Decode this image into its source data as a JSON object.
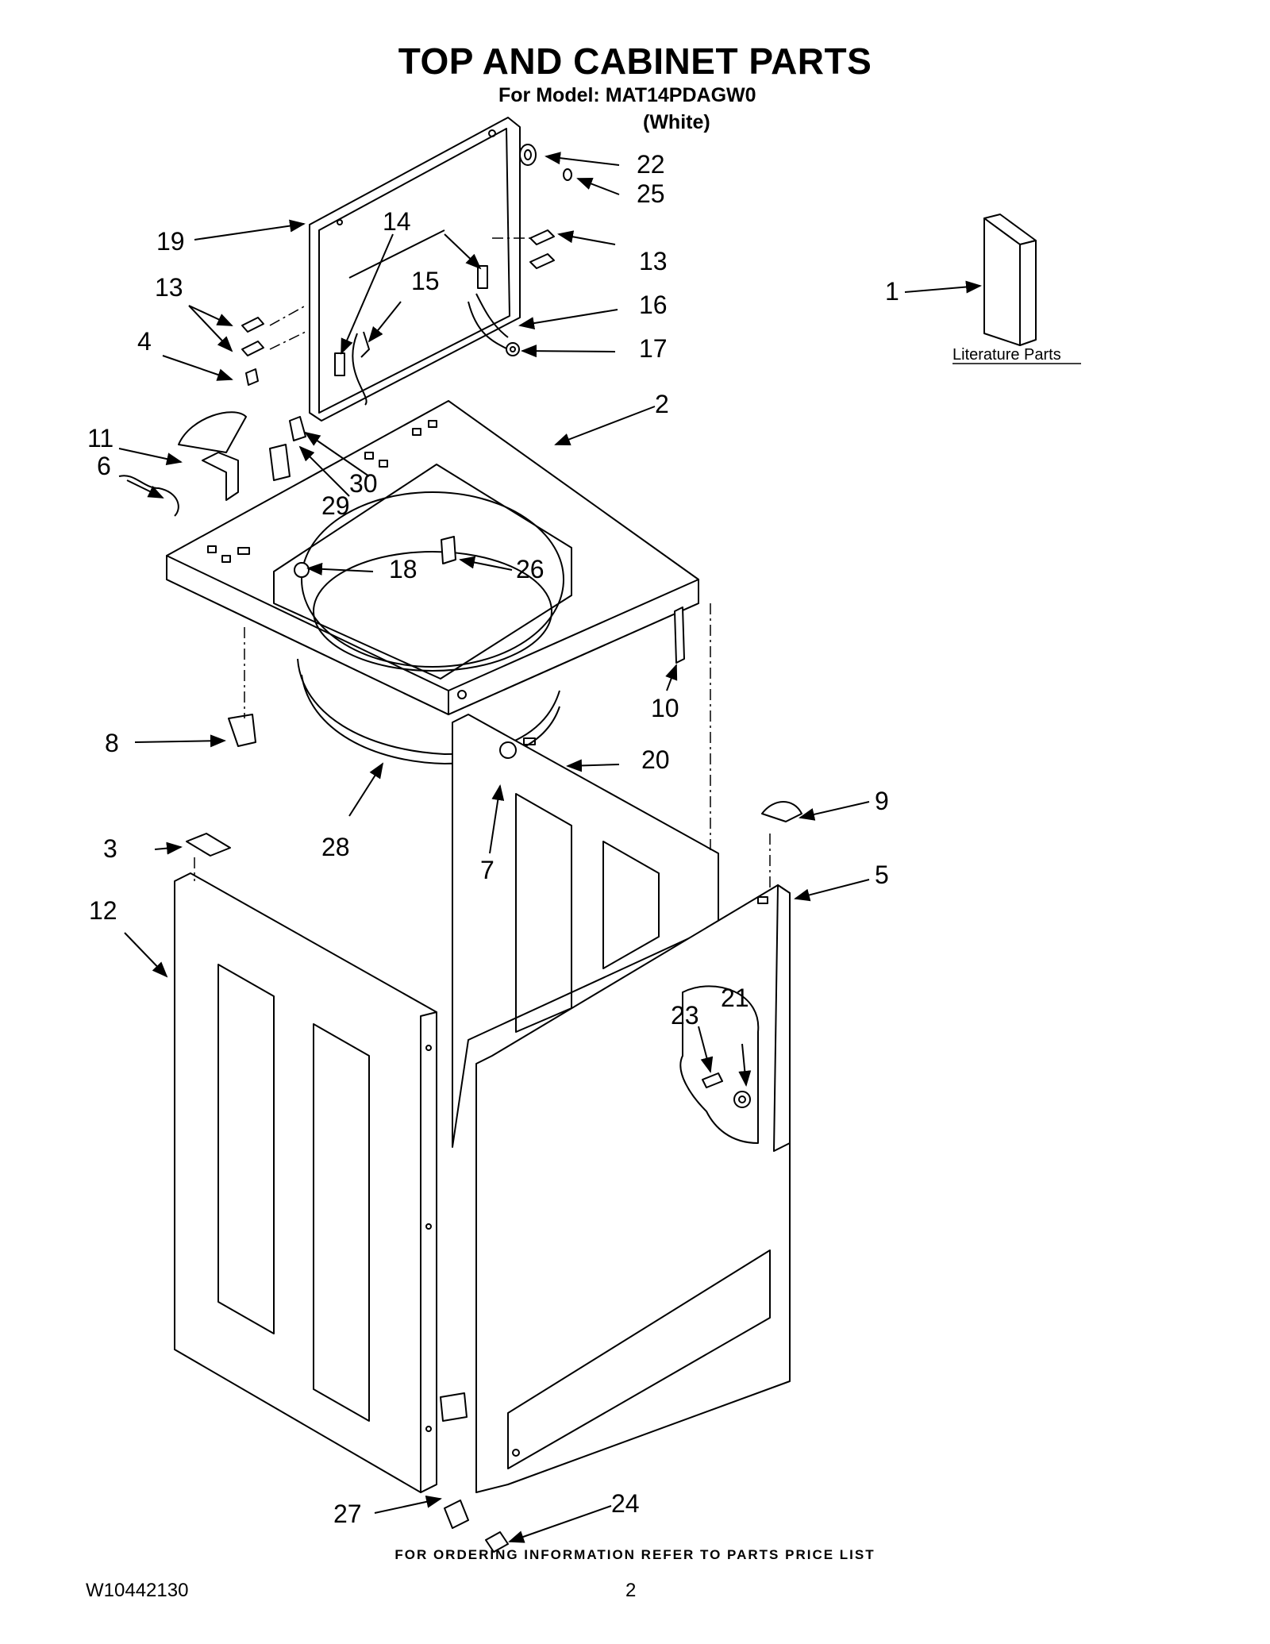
{
  "header": {
    "title": "TOP AND CABINET PARTS",
    "model_line": "For Model: MAT14PDAGW0",
    "variant": "(White)"
  },
  "literature": {
    "label": "Literature Parts"
  },
  "callouts": {
    "c1": "1",
    "c2": "2",
    "c3": "3",
    "c4": "4",
    "c5": "5",
    "c6": "6",
    "c7": "7",
    "c8": "8",
    "c9": "9",
    "c10": "10",
    "c11": "11",
    "c12": "12",
    "c13a": "13",
    "c13b": "13",
    "c14": "14",
    "c15": "15",
    "c16": "16",
    "c17": "17",
    "c18": "18",
    "c19": "19",
    "c20": "20",
    "c21": "21",
    "c22": "22",
    "c23": "23",
    "c24": "24",
    "c25": "25",
    "c26": "26",
    "c27": "27",
    "c28": "28",
    "c29": "29",
    "c30": "30"
  },
  "footer": {
    "ordering_note": "FOR ORDERING INFORMATION REFER TO PARTS PRICE LIST",
    "doc_number": "W10442130",
    "page_number": "2"
  }
}
